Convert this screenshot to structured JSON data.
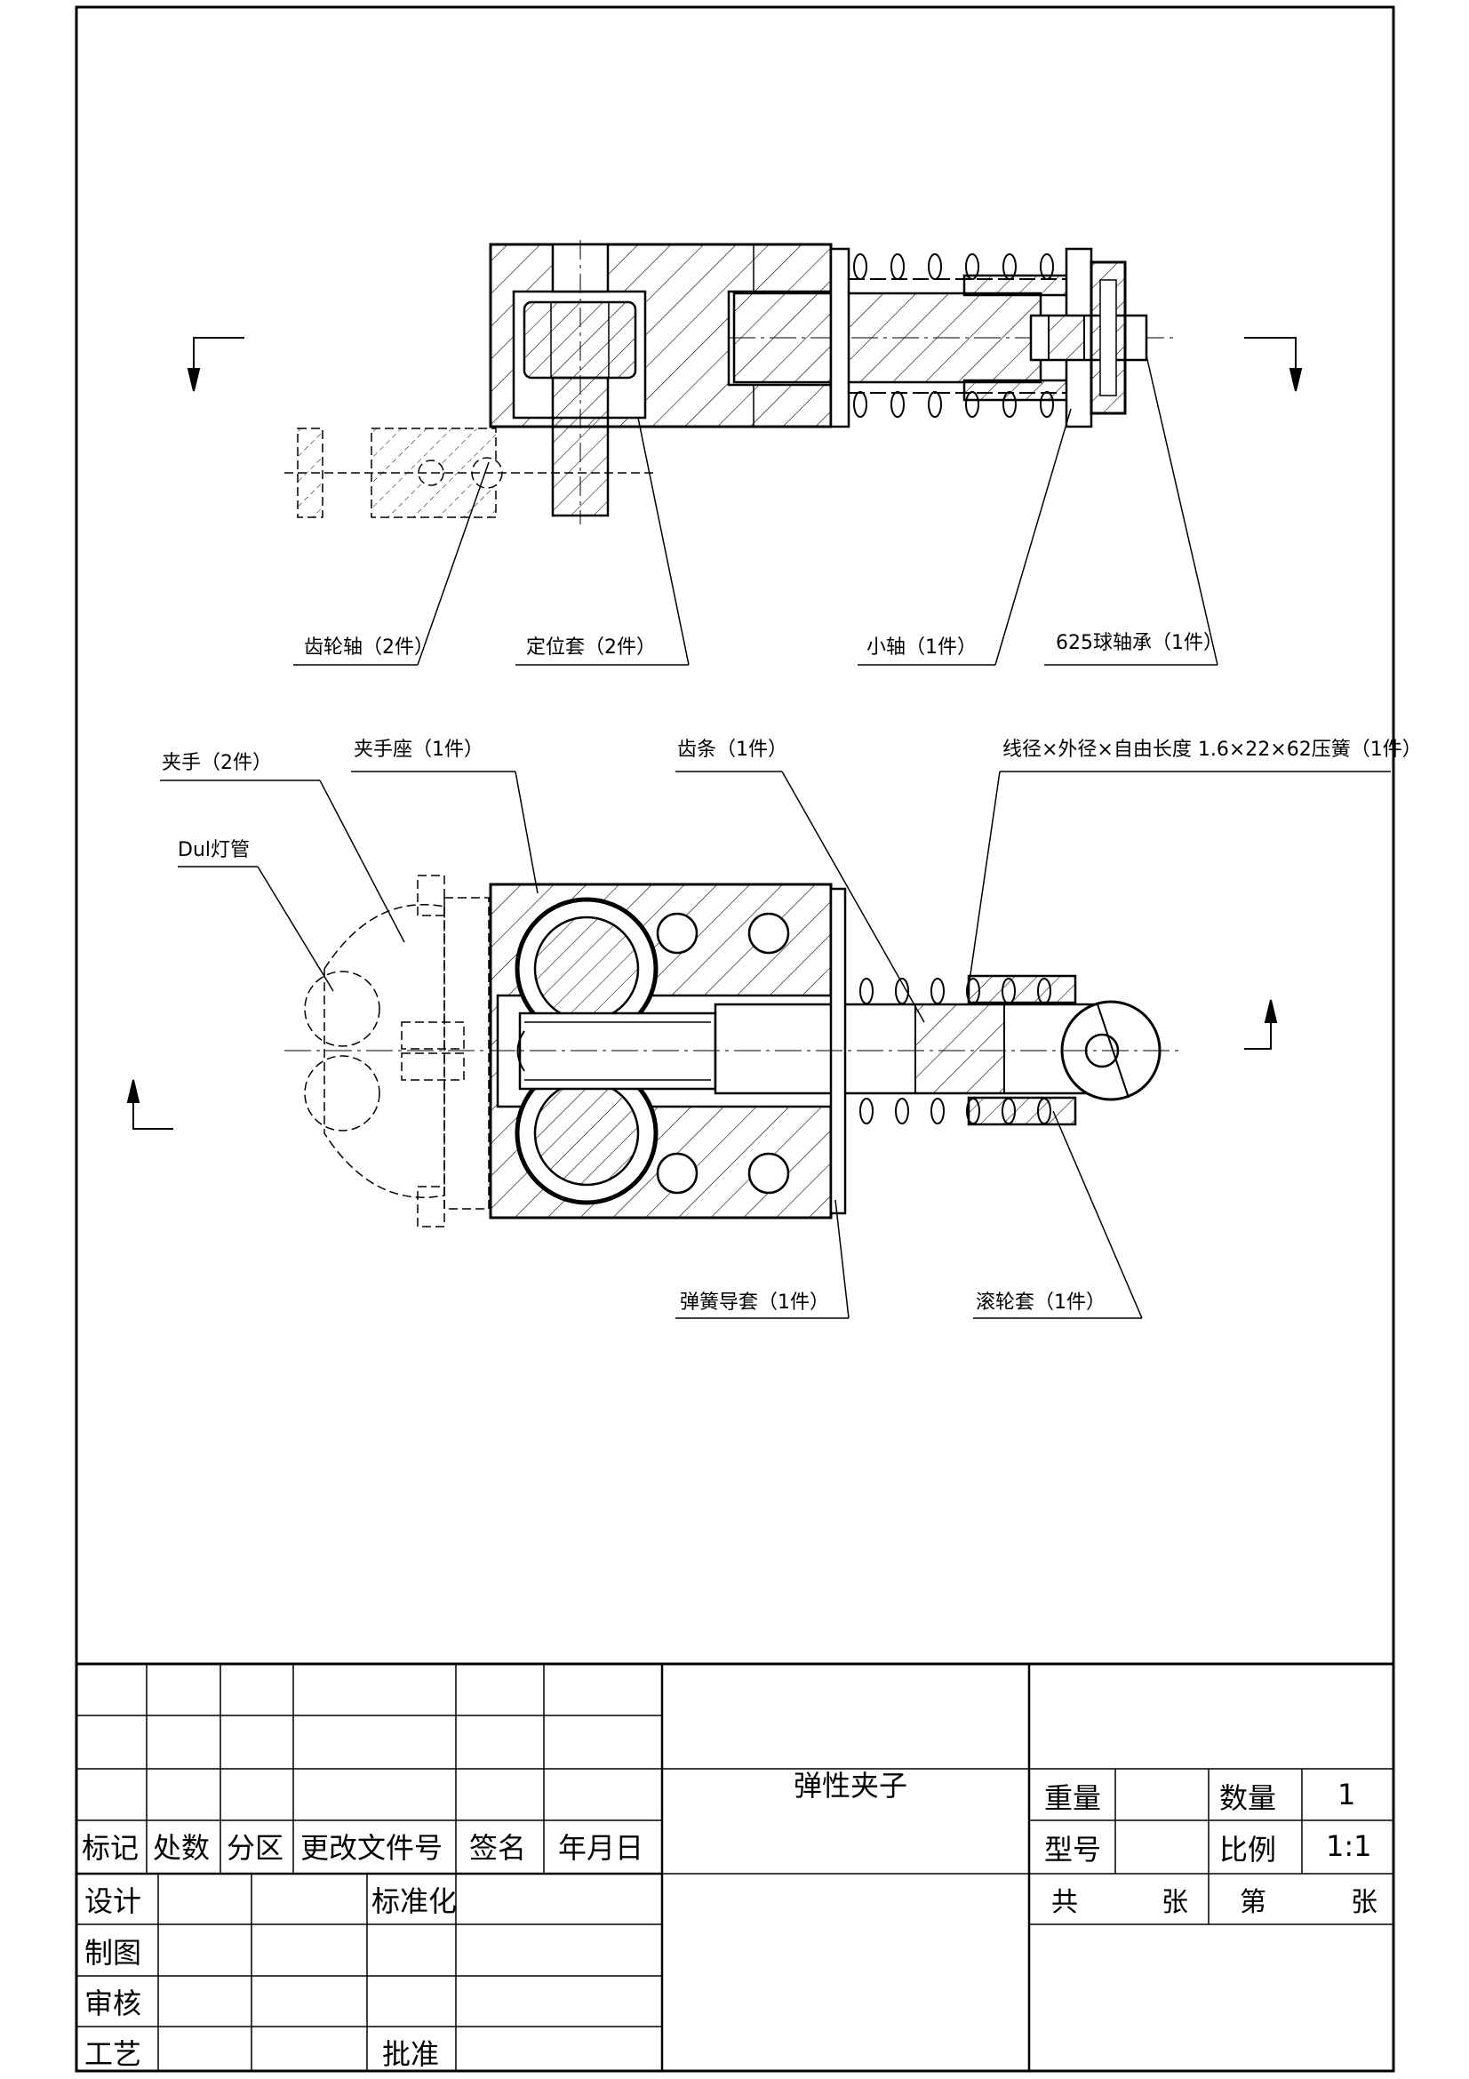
{
  "callouts_top": {
    "gear_shaft": "齿轮轴（2件）",
    "locating_sleeve": "定位套（2件）",
    "small_shaft": "小轴（1件）",
    "bearing": "625球轴承（1件）"
  },
  "callouts_bottom": {
    "clamp_hand": "夹手（2件）",
    "clamp_seat": "夹手座（1件）",
    "rack": "齿条（1件）",
    "spring": "线径×外径×自由长度 1.6×22×62压簧（1件）",
    "lamp_tube": "Dul灯管",
    "spring_guide": "弹簧导套（1件）",
    "roller_sleeve": "滚轮套（1件）"
  },
  "title_block": {
    "headers": {
      "mark": "标记",
      "count": "处数",
      "zone": "分区",
      "change_doc": "更改文件号",
      "signature": "签名",
      "date": "年月日"
    },
    "roles": {
      "design": "设计",
      "draft": "制图",
      "review": "审核",
      "process": "工艺"
    },
    "standardize": "标准化",
    "approve": "批准",
    "drawing_title": "弹性夹子",
    "weight_label": "重量",
    "quantity_label": "数量",
    "quantity_value": "1",
    "model_label": "型号",
    "scale_label": "比例",
    "scale_value": "1:1",
    "sheets_total": "共",
    "sheet_unit": "张",
    "sheet_index": "第",
    "sheet_unit2": "张"
  }
}
